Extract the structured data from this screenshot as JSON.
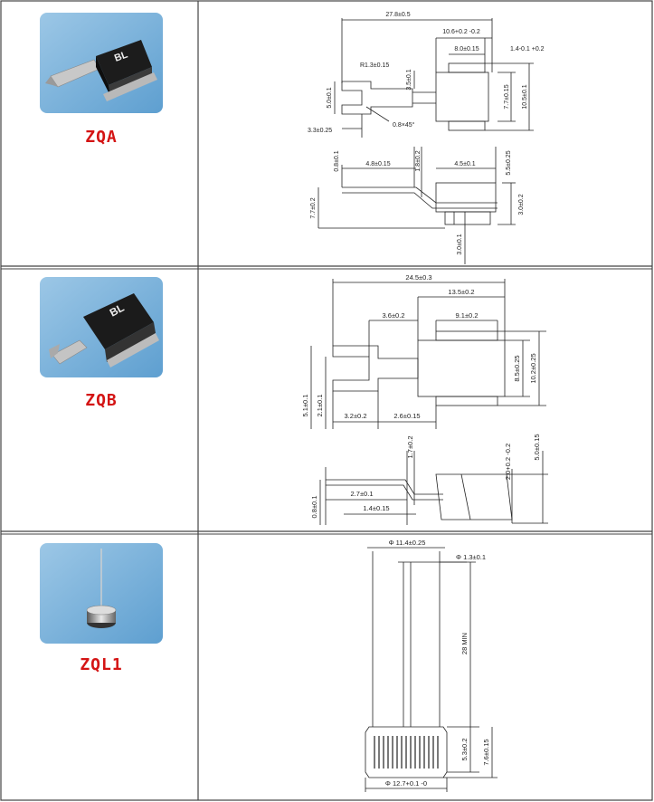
{
  "colors": {
    "label_red": "#d41414",
    "photo_bg": "#7fb6de",
    "line": "#222222"
  },
  "rows": [
    {
      "label": "ZQA",
      "chip_mark": "BL",
      "dims_top": {
        "overall": "27.8±0.5",
        "d1": "10.6+0.2 -0.2",
        "d2": "8.0±0.15",
        "d3": "1.4-0.1 +0.2",
        "radius": "R1.3±0.15",
        "d4": "3.5±0.1",
        "d5": "5.0±0.1",
        "d6": "7.7±0.15",
        "d7": "10.5±0.1",
        "d8": "3.3±0.25",
        "chamfer": "0.8×45°"
      },
      "dims_side": {
        "d1": "0.8±0.1",
        "d2": "1.8±0.2",
        "d3": "4.8±0.15",
        "d4": "4.5±0.1",
        "d5": "5.5±0.25",
        "d6": "7.7±0.2",
        "d7": "3.0±0.2",
        "d8": "3.0±0.1"
      }
    },
    {
      "label": "ZQB",
      "chip_mark": "BL",
      "dims_top": {
        "overall": "24.5±0.3",
        "d1": "13.5±0.2",
        "d2": "3.6±0.2",
        "d3": "9.1±0.2",
        "d4": "8.5±0.25",
        "d5": "10.2±0.25",
        "d6": "5.1±0.1",
        "d7": "2.1±0.1",
        "d8": "3.2±0.2",
        "d9": "2.6±0.15"
      },
      "dims_side": {
        "d1": "1.7±0.2",
        "d2": "2.0+0.2 -0.2",
        "d3": "5.0±0.15",
        "d4": "2.7±0.1",
        "d5": "1.4±0.15",
        "d6": "0.8±0.1"
      }
    },
    {
      "label": "ZQL1",
      "dims": {
        "d1": "Φ 11.4±0.25",
        "d2": "Φ 1.3±0.1",
        "d3": "28 MIN",
        "d4": "5.3±0.2",
        "d5": "7.6±0.15",
        "d6": "Φ 12.7+0.1 -0"
      }
    }
  ]
}
